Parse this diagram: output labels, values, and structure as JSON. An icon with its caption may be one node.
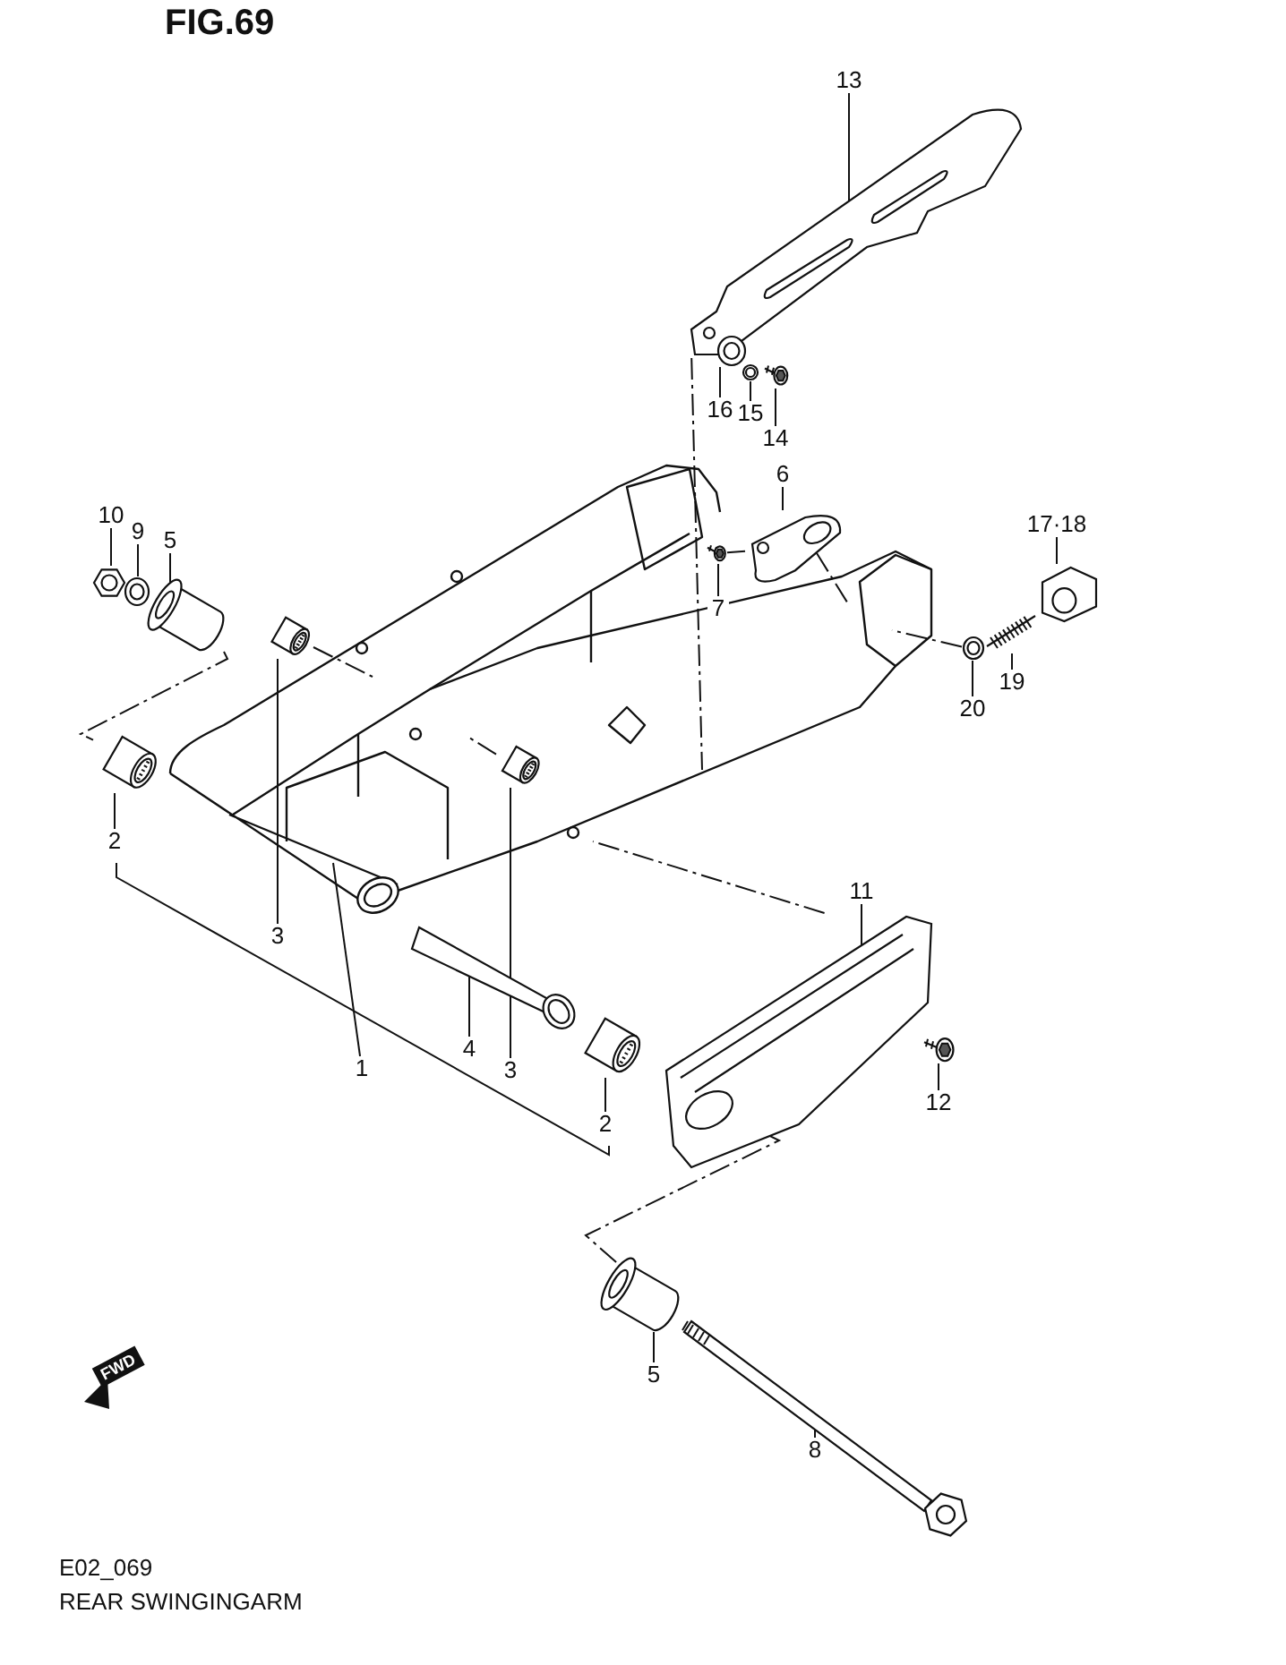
{
  "diagram": {
    "title": "FIG.69",
    "caption": "REAR SWINGINGARM",
    "nodes": [
      {
        "text": [
          "13"
        ]
      },
      {
        "text": [],
        "shape": "picture"
      },
      {
        "text": [
          "16"
        ]
      },
      {
        "text": [],
        "shape": "washer"
      },
      {
        "text": [
          "15"
        ]
      },
      {
        "text": [],
        "shape": "washer"
      },
      {
        "text": [
          "14"
        ]
      },
      {
        "text": [],
        "shape": "bolt"
      },
      {
        "text": [
          "10"
        ]
      },
      {
        "text": [],
        "shape": "nut"
      },
      {
        "text": [
          "9"
        ]
      },
      {
        "text": [],
        "shape": "washer"
      },
      {
        "text": [
          "5"
        ]
      },
      {
        "text": [],
        "shape": "cylinder"
      },
      {
        "text": [
          "6"
        ]
      },
      {
        "text": [],
        "shape": "picture"
      },
      {
        "text": [
          "17·18"
        ]
      },
      {
        "text": [],
        "shape": "picture"
      },
      {
        "text": [
          "7"
        ]
      },
      {
        "text": [],
        "shape": "bolt"
      },
      {
        "text": [
          "19"
        ]
      },
      {
        "text": [],
        "shape": "bolt"
      },
      {
        "text": [
          "20"
        ]
      },
      {
        "text": [],
        "shape": "washer"
      },
      {
        "text": [
          "2"
        ]
      },
      {
        "text": [],
        "shape": "cylinder"
      },
      {
        "text": [
          "3"
        ]
      },
      {
        "text": [],
        "shape": "cylinder"
      },
      {
        "text": [
          "3"
        ]
      },
      {
        "text": [],
        "shape": "cylinder"
      },
      {
        "text": [
          "1"
        ]
      },
      {
        "text": [
          "4"
        ]
      },
      {
        "text": [],
        "shape": "cylinder"
      },
      {
        "text": [
          "2"
        ]
      },
      {
        "text": [],
        "shape": "cylinder"
      },
      {
        "text": [
          "11"
        ]
      },
      {
        "text": [],
        "shape": "picture"
      },
      {
        "text": [
          "12"
        ]
      },
      {
        "text": [],
        "shape": "bolt"
      },
      {
        "text": [
          "5"
        ]
      },
      {
        "text": [],
        "shape": "cylinder"
      },
      {
        "text": [
          "8"
        ]
      },
      {
        "text": [],
        "shape": "picture"
      }
    ],
    "edges": [
      {
        "from": 0,
        "to": 1,
        "arrow": "none"
      },
      {
        "from": 2,
        "to": 3,
        "arrow": "none"
      },
      {
        "from": 4,
        "to": 5,
        "arrow": "none"
      },
      {
        "from": 6,
        "to": 7,
        "arrow": "none"
      },
      {
        "from": 8,
        "to": 9,
        "arrow": "none"
      },
      {
        "from": 10,
        "to": 11,
        "arrow": "none"
      },
      {
        "from": 12,
        "to": 13,
        "arrow": "none"
      },
      {
        "from": 14,
        "to": 15,
        "arrow": "none"
      },
      {
        "from": 16,
        "to": 17,
        "arrow": "none"
      },
      {
        "from": 18,
        "to": 19,
        "arrow": "none"
      },
      {
        "from": 20,
        "to": 21,
        "arrow": "none"
      },
      {
        "from": 22,
        "to": 23,
        "arrow": "none"
      },
      {
        "from": 24,
        "to": 25,
        "arrow": "none"
      },
      {
        "from": 26,
        "to": 27,
        "arrow": "none"
      },
      {
        "from": 28,
        "to": 29,
        "arrow": "none"
      },
      {
        "from": 30,
        "to": null,
        "arrow": "none"
      },
      {
        "from": 31,
        "to": 32,
        "arrow": "none"
      },
      {
        "from": 33,
        "to": 34,
        "arrow": "none"
      },
      {
        "from": 35,
        "to": 36,
        "arrow": "none"
      },
      {
        "from": 37,
        "to": 38,
        "arrow": "none"
      },
      {
        "from": 39,
        "to": 40,
        "arrow": "none"
      },
      {
        "from": 41,
        "to": 42,
        "arrow": "none"
      },
      {
        "from": 1,
        "to": null,
        "arrow": "none",
        "style": "dashed"
      },
      {
        "from": 13,
        "to": 25,
        "arrow": "none",
        "style": "dashed"
      },
      {
        "from": 19,
        "to": 15,
        "arrow": "none",
        "style": "dashed"
      },
      {
        "from": 15,
        "to": null,
        "arrow": "none",
        "style": "dashed"
      },
      {
        "from": 23,
        "to": null,
        "arrow": "none",
        "style": "dashed"
      },
      {
        "from": 36,
        "to": null,
        "arrow": "none",
        "style": "dashed"
      },
      {
        "from": 40,
        "to": 36,
        "arrow": "none",
        "style": "dashed"
      },
      {
        "from": 27,
        "to": null,
        "arrow": "none",
        "style": "dashed"
      },
      {
        "from": 29,
        "to": null,
        "arrow": "none",
        "style": "dashed"
      }
    ],
    "labels": [
      "FWD",
      "E02_069"
    ]
  }
}
